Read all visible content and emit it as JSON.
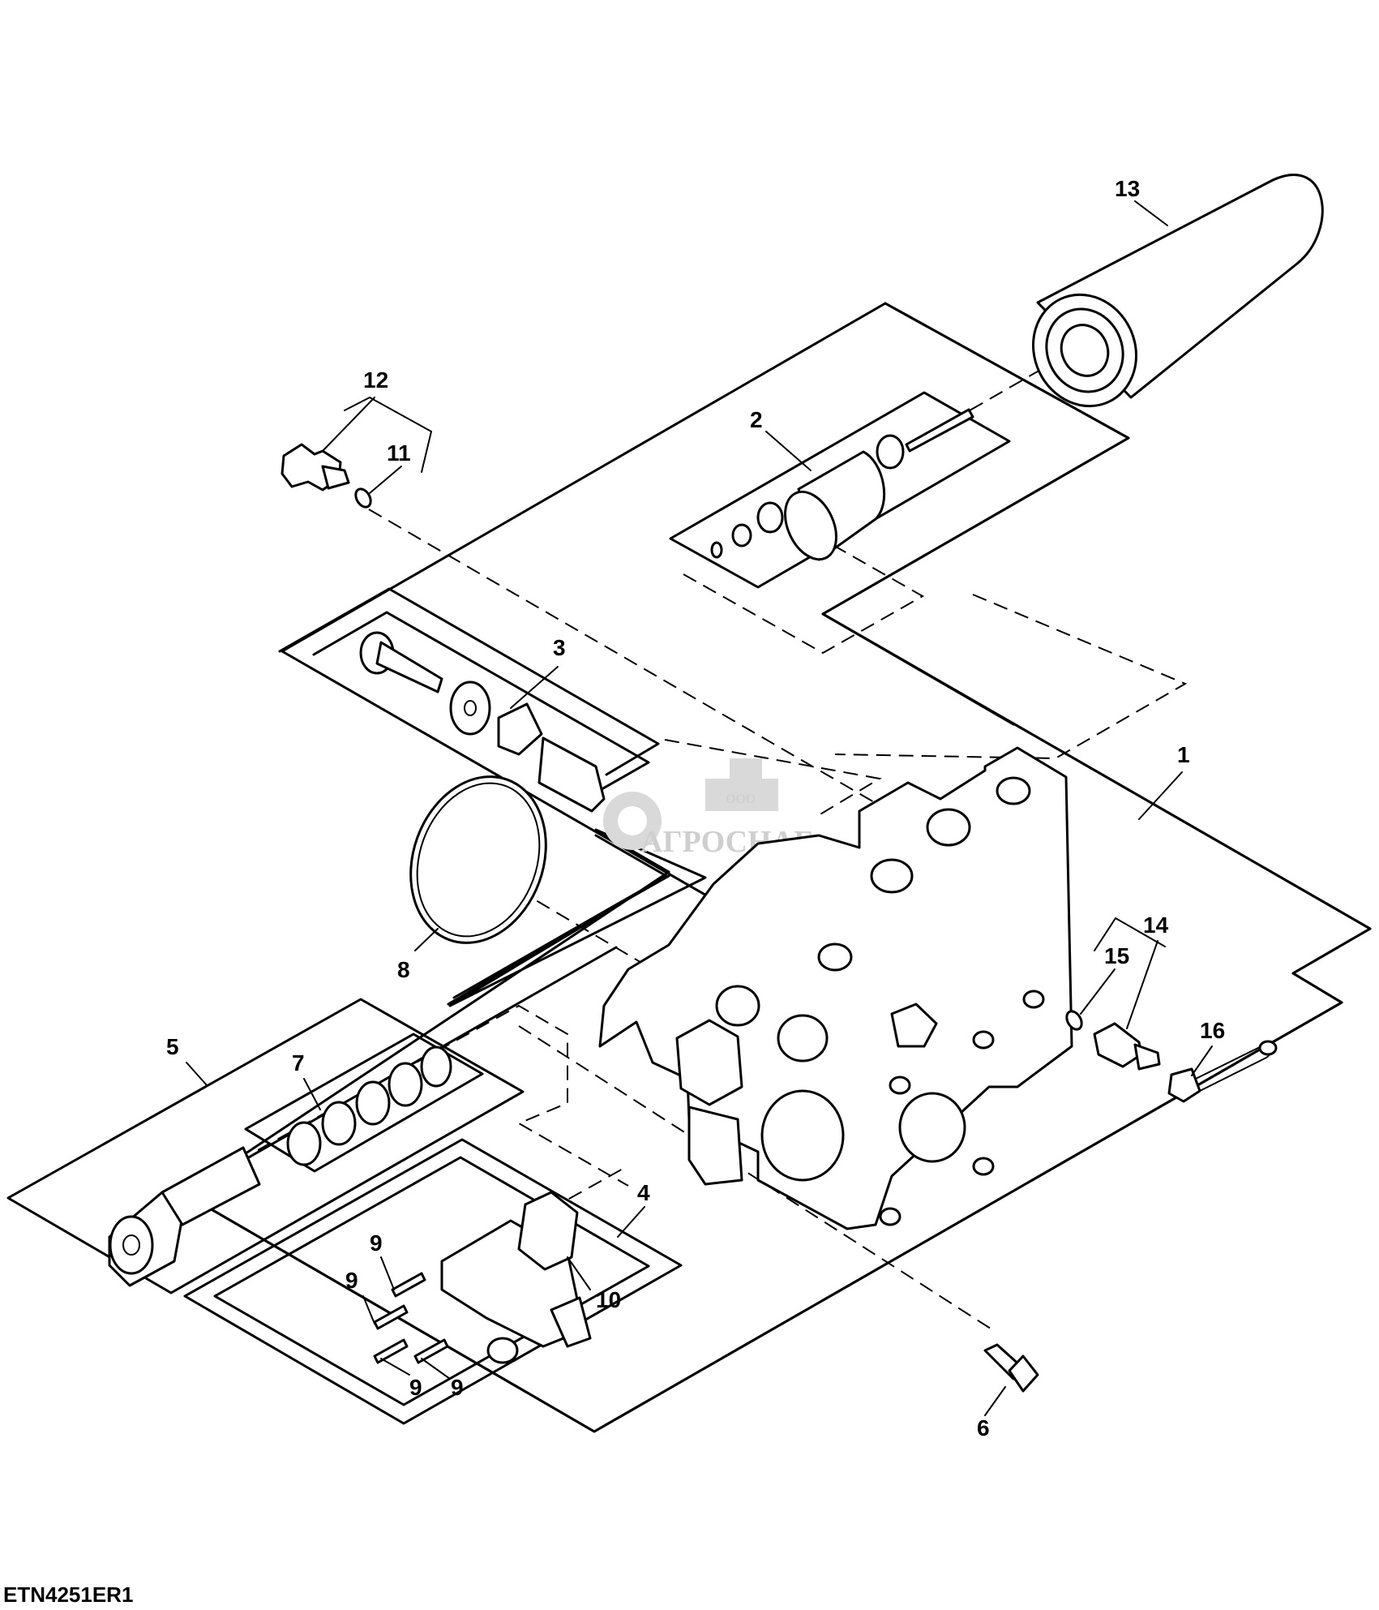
{
  "figure_id": "ETN4251ER1",
  "watermark": {
    "small_text": "ООО",
    "brand_text": "АГРОСНАБ"
  },
  "callouts": [
    {
      "id": "1",
      "label": "1"
    },
    {
      "id": "2",
      "label": "2"
    },
    {
      "id": "3",
      "label": "3"
    },
    {
      "id": "4",
      "label": "4"
    },
    {
      "id": "5",
      "label": "5"
    },
    {
      "id": "6",
      "label": "6"
    },
    {
      "id": "7",
      "label": "7"
    },
    {
      "id": "8",
      "label": "8"
    },
    {
      "id": "9a",
      "label": "9"
    },
    {
      "id": "9b",
      "label": "9"
    },
    {
      "id": "9c",
      "label": "9"
    },
    {
      "id": "9d",
      "label": "9"
    },
    {
      "id": "10",
      "label": "10"
    },
    {
      "id": "11",
      "label": "11"
    },
    {
      "id": "12",
      "label": "12"
    },
    {
      "id": "13",
      "label": "13"
    },
    {
      "id": "14",
      "label": "14"
    },
    {
      "id": "15",
      "label": "15"
    },
    {
      "id": "16",
      "label": "16"
    }
  ]
}
